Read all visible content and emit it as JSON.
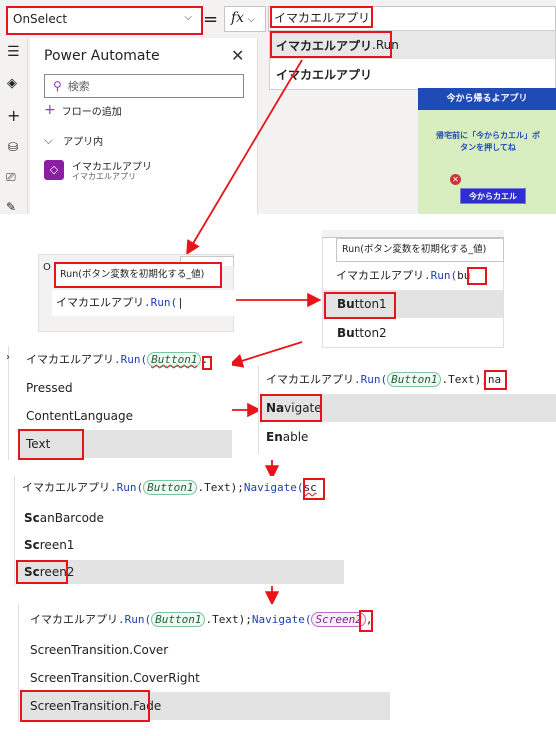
{
  "header": {
    "property_select": "OnSelect",
    "equals": "=",
    "fx": "fx",
    "formula": "イマカエルアプリ"
  },
  "top_suggestions": [
    {
      "bold": "イマカエルアプリ",
      "rest": ".Run"
    },
    {
      "bold": "イマカエルアプリ",
      "rest": ""
    }
  ],
  "power_automate": {
    "title": "Power Automate",
    "search_placeholder": "検索",
    "add_flow": "フローの追加",
    "section": "アプリ内",
    "flow_name": "イマカエルアプリ",
    "flow_sub": "イマカエルアプリ"
  },
  "preview": {
    "banner": "今から帰るよアプリ",
    "message": "帰宅前に「今からカエル」ボタンを押してね",
    "button": "今からカエル"
  },
  "step1": {
    "tooltip": "Run(ボタン変数を初期化する_値)",
    "tab_left": "O",
    "formula_app": "イマカエルアプリ",
    "formula_run": ".Run("
  },
  "step2": {
    "tooltip": "Run(ボタン変数を初期化する_値)",
    "formula_app": "イマカエルアプリ",
    "formula_run": ".Run(",
    "typed": "bu",
    "items": [
      {
        "bold": "Bu",
        "rest": "tton1"
      },
      {
        "bold": "Bu",
        "rest": "tton2"
      }
    ]
  },
  "step3": {
    "formula_app": "イマカエルアプリ",
    "formula_run": ".Run(",
    "control": "Button1",
    "typed": ".",
    "items": [
      "Pressed",
      "ContentLanguage",
      "Text"
    ]
  },
  "step4": {
    "formula_app": "イマカエルアプリ",
    "formula_run": ".Run(",
    "control": "Button1",
    "rest": ".Text);",
    "typed": "na",
    "items": [
      {
        "bold": "Na",
        "rest": "vigate"
      },
      {
        "bold": "En",
        "rest": "able"
      }
    ]
  },
  "step5": {
    "formula_app": "イマカエルアプリ",
    "formula_run": ".Run(",
    "control": "Button1",
    "rest": ".Text);",
    "nav": "Navigate(",
    "typed": "sc",
    "items": [
      {
        "bold": "Sc",
        "rest": "anBarcode"
      },
      {
        "bold": "Sc",
        "rest": "reen1"
      },
      {
        "bold": "Sc",
        "rest": "reen2"
      }
    ]
  },
  "step6": {
    "formula_app": "イマカエルアプリ",
    "formula_run": ".Run(",
    "control": "Button1",
    "rest": ".Text);",
    "nav": "Navigate(",
    "screen": "Screen2",
    "typed": ",",
    "items": [
      "ScreenTransition.Cover",
      "ScreenTransition.CoverRight",
      "ScreenTransition.Fade"
    ]
  },
  "colors": {
    "accent_red": "#e8141c",
    "banner_blue": "#1f4bb7",
    "preview_green": "#d9eec0",
    "button_blue": "#2f2ed1"
  }
}
